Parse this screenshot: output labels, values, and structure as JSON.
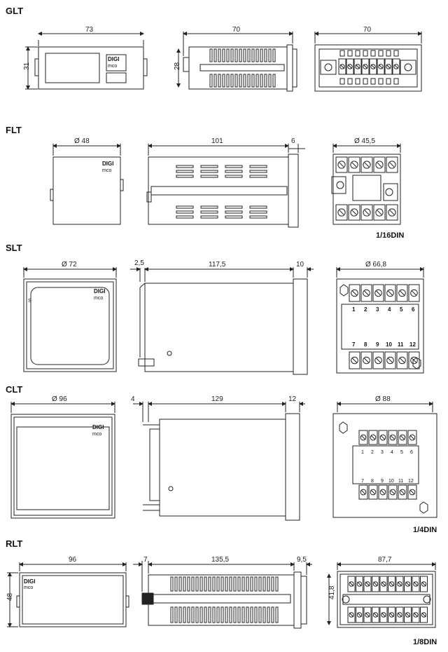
{
  "sections": [
    {
      "id": "glt",
      "label": "GLT",
      "dims": {
        "front_width": "73",
        "front_height": "31",
        "side_length": "70",
        "side_height": "28",
        "rear_width": "70"
      }
    },
    {
      "id": "flt",
      "label": "FLT",
      "dims": {
        "front_width": "Ø 48",
        "side_length": "101",
        "bezel": "6",
        "rear_width": "Ø 45,5"
      },
      "standard": "1/16DIN"
    },
    {
      "id": "slt",
      "label": "SLT",
      "dims": {
        "front_width": "Ø 72",
        "offset": "2,5",
        "side_length": "117,5",
        "bezel": "10",
        "rear_width": "Ø 66,8"
      }
    },
    {
      "id": "clt",
      "label": "CLT",
      "dims": {
        "front_width": "Ø 96",
        "offset": "4",
        "side_length": "129",
        "bezel": "12",
        "rear_width": "Ø 88"
      },
      "standard": "1/4DIN"
    },
    {
      "id": "rlt",
      "label": "RLT",
      "dims": {
        "front_width": "96",
        "front_height": "48",
        "offset": "7",
        "side_length": "135,5",
        "bezel": "9,5",
        "rear_width": "87,7",
        "rear_height": "41,8"
      },
      "standard": "1/8DIN"
    }
  ],
  "logo": {
    "line1": "DIGI",
    "line2": "mco"
  },
  "terminals": {
    "slt_top": [
      "1",
      "2",
      "3",
      "4",
      "5",
      "6"
    ],
    "slt_bottom": [
      "7",
      "8",
      "9",
      "10",
      "11",
      "12"
    ],
    "clt_top": [
      "1",
      "2",
      "3",
      "4",
      "5",
      "6"
    ],
    "clt_bottom": [
      "7",
      "8",
      "9",
      "10",
      "11",
      "12"
    ]
  },
  "front_marks": {
    "slt": "S"
  },
  "colors": {
    "line": "#222222",
    "fill": "#ffffff",
    "shade": "#dddddd"
  }
}
